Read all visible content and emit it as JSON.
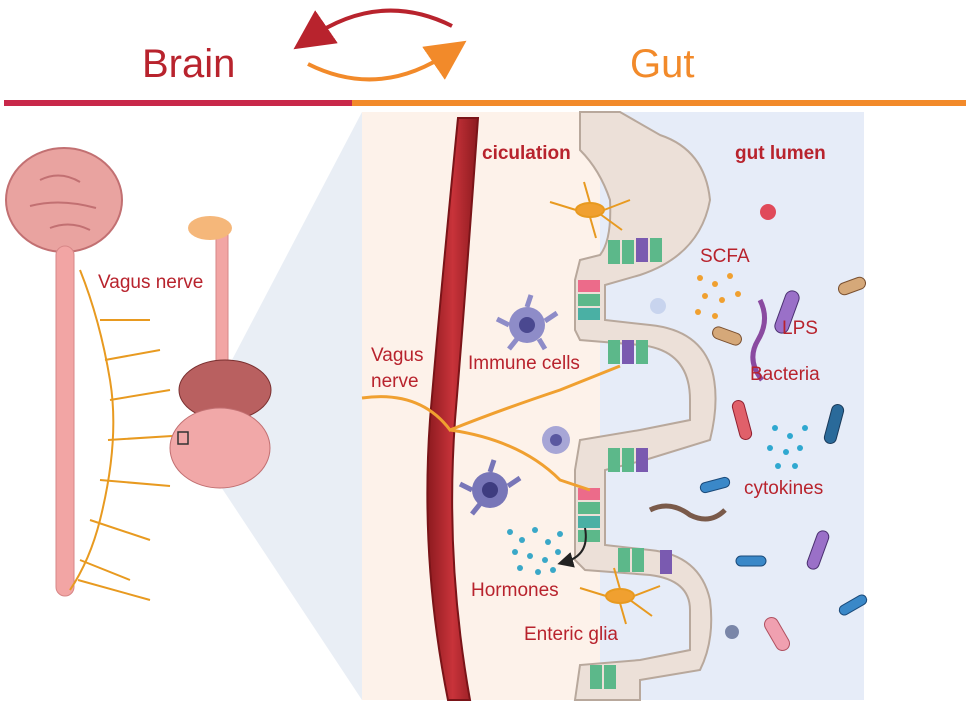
{
  "titles": {
    "brain": "Brain",
    "gut": "Gut"
  },
  "labels": {
    "vagus_nerve_left": "Vagus nerve",
    "ciculation": "ciculation",
    "gut_lumen": "gut lumen",
    "scfa": "SCFA",
    "lps": "LPS",
    "immune_cells": "Immune cells",
    "bacteria": "Bacteria",
    "vagus_right_line1": "Vagus",
    "vagus_right_line2": "nerve",
    "cytokines": "cytokines",
    "hormones": "Hormones",
    "enteric_glia": "Enteric glia"
  },
  "colors": {
    "brain_red": "#b8232d",
    "gut_orange": "#f28a2a",
    "nerve_orange": "#e8a030",
    "circulation_bg": "#fdf2ea",
    "lumen_bg": "#e6ecf8"
  }
}
